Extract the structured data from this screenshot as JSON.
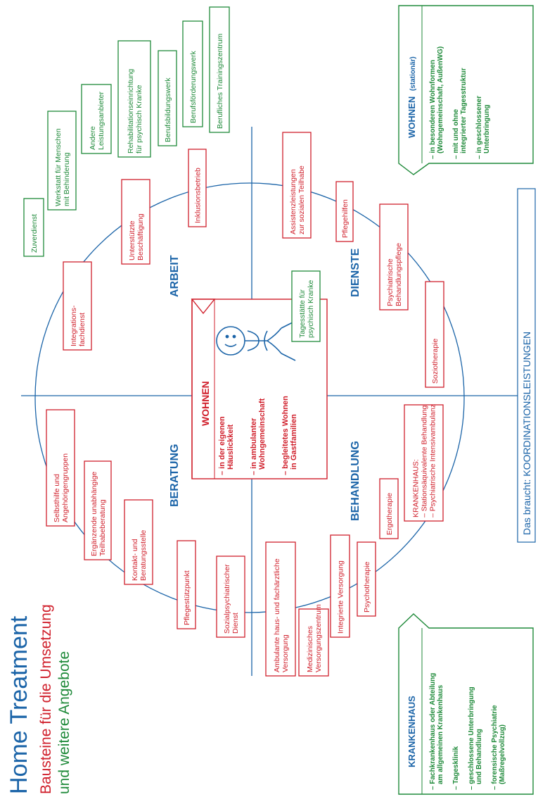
{
  "title": "Home Treatment",
  "subtitle_red": "Bausteine für die Umsetzung",
  "subtitle_green": "und weitere Angebote",
  "colors": {
    "red": "#d0202c",
    "green": "#1f8a3a",
    "blue": "#1b64a8"
  },
  "sectors": {
    "arbeit": "ARBEIT",
    "dienste": "DIENSTE",
    "beratung": "BERATUNG",
    "behandlung": "BEHANDLUNG"
  },
  "center": {
    "title": "WOHNEN",
    "items": [
      [
        "– in der eigenen",
        "Häuslickkeit"
      ],
      [
        "– in ambulanter",
        "Wohngemeinschaft"
      ],
      [
        "– begleitetes Wohnen",
        "in Gastfamilien"
      ]
    ]
  },
  "red_boxes": {
    "inklusionsbetrieb": [
      "Inklusionsbetrieb"
    ],
    "unterstuetzte": [
      "Unterstützte",
      "Beschäftigung"
    ],
    "integrationsfachdienst": [
      "Integrations-",
      "fachdienst"
    ],
    "assistenz": [
      "Assistenzleistungen",
      "zur sozialen Teilhabe"
    ],
    "pflegehilfen": [
      "Pflegehilfen"
    ],
    "psych_pflege": [
      "Psychiatrische",
      "Behandlungspflege"
    ],
    "soziotherapie": [
      "Soziotherapie"
    ],
    "selbsthilfe": [
      "Selbsthilfe und",
      "Angehörigengruppen"
    ],
    "eutb": [
      "Ergänzende unabhängige",
      "Teilhabeberatung"
    ],
    "kontakt": [
      "Kontakt- und",
      "Beratungsstelle"
    ],
    "pflegestuetzpunkt": [
      "Pflegestützpunkt"
    ],
    "spdi": [
      "Sozialpsychiatrischer",
      "Dienst"
    ],
    "ambulant": [
      "Ambulante haus- und fachärztliche",
      "Versorgung"
    ],
    "mvz": [
      "Medizinisches",
      "Versorgungszentrum"
    ],
    "integrierte": [
      "Integrierte Versorgung"
    ],
    "psychotherapie": [
      "Psychotherapie"
    ],
    "ergotherapie": [
      "Ergotherapie"
    ],
    "krankenhaus_box": [
      "KRANKENHAUS:",
      "– Stationsäquivalente Behandlung",
      "– Psychiatrische Intensivambulanz"
    ]
  },
  "green_boxes": {
    "tagesstaette": [
      "Tagesstätte für",
      "psychisch Kranke"
    ],
    "zuverdienst": [
      "Zuverdienst"
    ],
    "wfbm": [
      "Werkstatt für Menschen",
      "mit Behinderung"
    ],
    "andere": [
      "Andere",
      "Leistungsanbieter"
    ],
    "rpk": [
      "Rehabilitationseinrichtung",
      "für psychisch Kranke"
    ],
    "bbw": [
      "Berufsbildungswerk"
    ],
    "bfw": [
      "Berufsförderungswerk"
    ],
    "btz": [
      "Berufliches Trainingszentrum"
    ]
  },
  "wohnen_stationaer": {
    "title": "WOHNEN",
    "title_suffix": "(stationär)",
    "items": [
      [
        "– in besonderen Wohnformen",
        "(Wohngemeinschaft, AußenWG)"
      ],
      [
        "– mit und ohne",
        "integrierter Tagesstruktur"
      ],
      [
        "– in geschlossener",
        "Unterbringung"
      ]
    ]
  },
  "krankenhaus": {
    "title": "KRANKENHAUS",
    "items": [
      [
        "– Fachkrankenhaus oder Abteilung",
        "am allgemeinen Krankenhaus"
      ],
      [
        "– Tagesklinik"
      ],
      [
        "– geschlossene Unterbringung",
        "und Behandlung"
      ],
      [
        "– forensische Psychiatrie",
        "(Maßregelvollzug)"
      ]
    ]
  },
  "koordination": {
    "prefix": "Das braucht: ",
    "main": "KOORDINATIONSLEISTUNGEN"
  }
}
